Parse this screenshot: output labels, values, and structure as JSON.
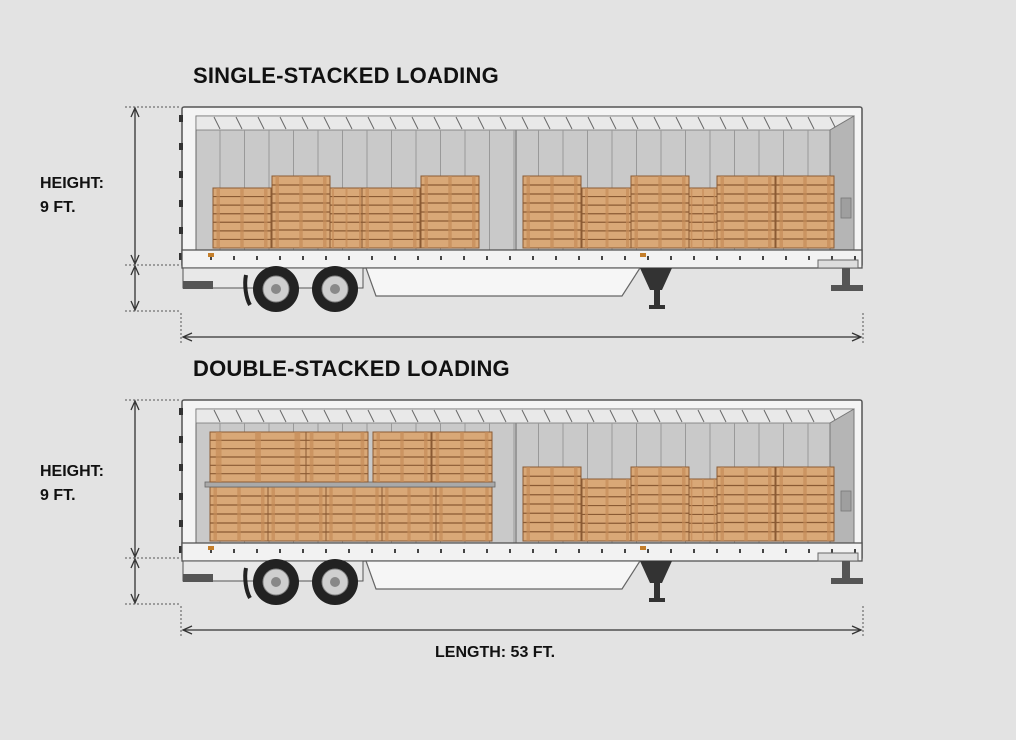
{
  "sections": [
    {
      "title": "SINGLE-STACKED LOADING",
      "height_label_1": "HEIGHT:",
      "height_label_2": "9 FT.",
      "stacking": "single"
    },
    {
      "title": "DOUBLE-STACKED LOADING",
      "height_label_1": "HEIGHT:",
      "height_label_2": "9 FT.",
      "stacking": "double"
    }
  ],
  "length_label": "LENGTH: 53 FT.",
  "colors": {
    "background": "#e3e3e3",
    "pallet_wood": "#d9a877",
    "pallet_line": "#8a5a33",
    "trailer_interior": "#c9c9c9",
    "trailer_frame": "#f4f4f4"
  }
}
